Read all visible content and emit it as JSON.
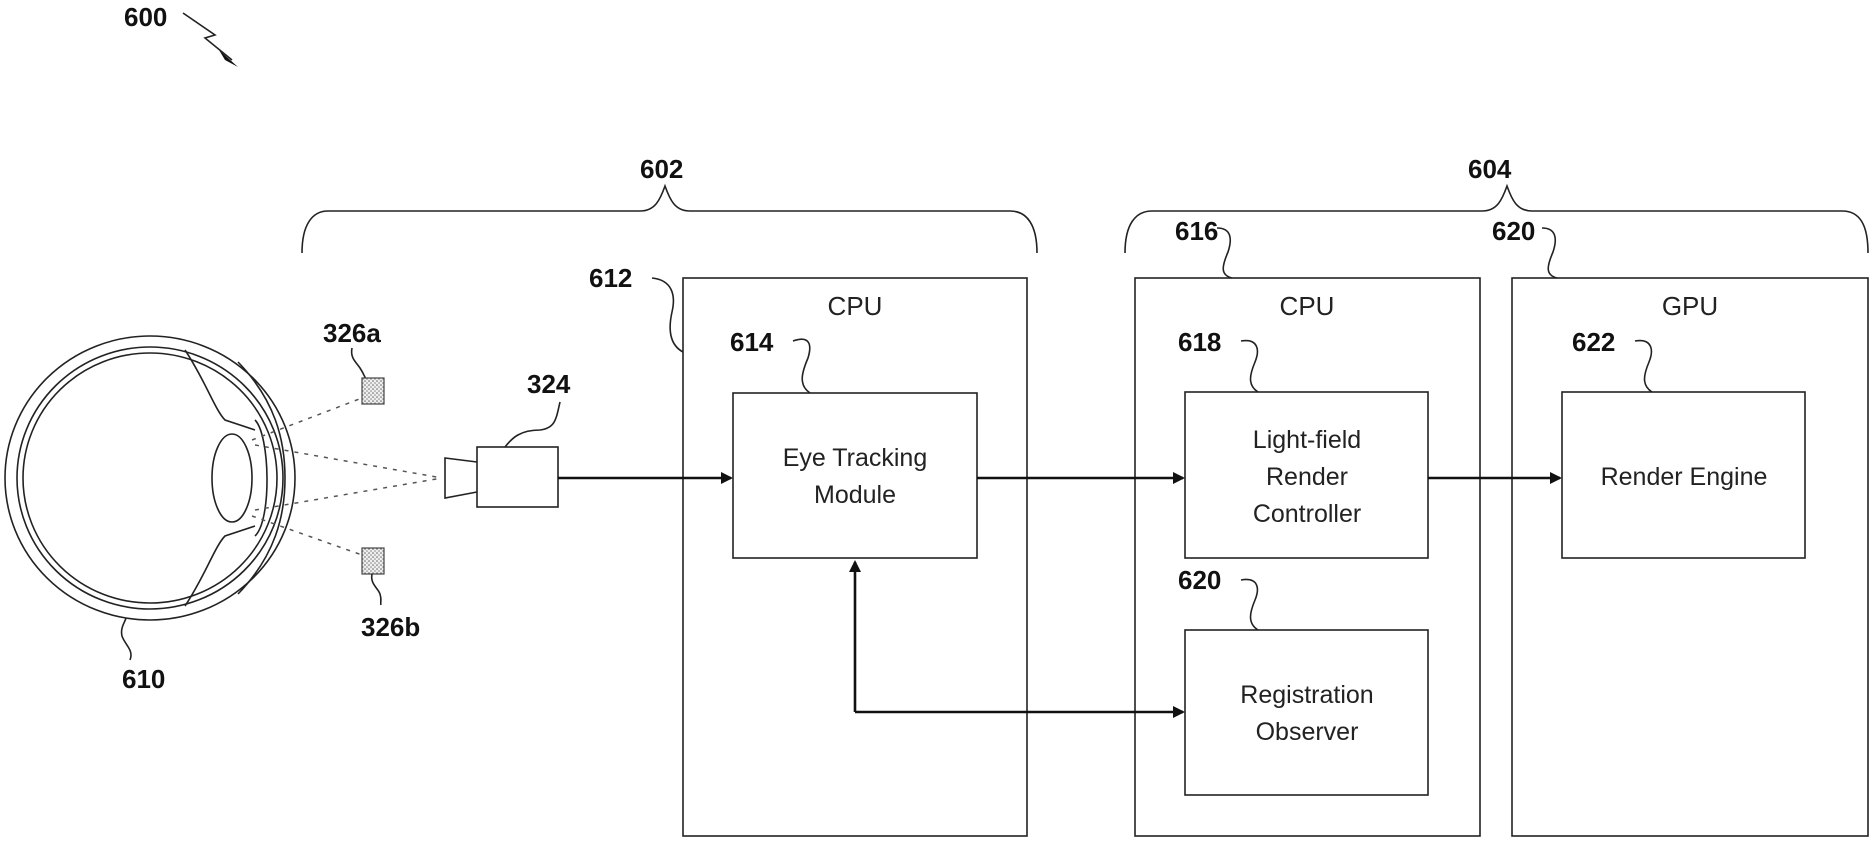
{
  "figure": {
    "ref": "600",
    "groups": [
      {
        "id": "602",
        "ref": "602"
      },
      {
        "id": "604",
        "ref": "604"
      }
    ],
    "eye": {
      "ref": "610"
    },
    "camera": {
      "ref": "324"
    },
    "illuminators": [
      {
        "ref": "326a"
      },
      {
        "ref": "326b"
      }
    ],
    "processors": [
      {
        "ref": "612",
        "title": "CPU"
      },
      {
        "ref": "616",
        "title": "CPU"
      },
      {
        "ref": "620",
        "title": "GPU"
      }
    ],
    "modules": [
      {
        "ref": "614",
        "lines": [
          "Eye Tracking",
          "Module"
        ]
      },
      {
        "ref": "618",
        "lines": [
          "Light-field",
          "Render",
          "Controller"
        ]
      },
      {
        "ref": "620",
        "lines": [
          "Registration",
          "Observer"
        ]
      },
      {
        "ref": "622",
        "lines": [
          "Render Engine"
        ]
      }
    ]
  }
}
